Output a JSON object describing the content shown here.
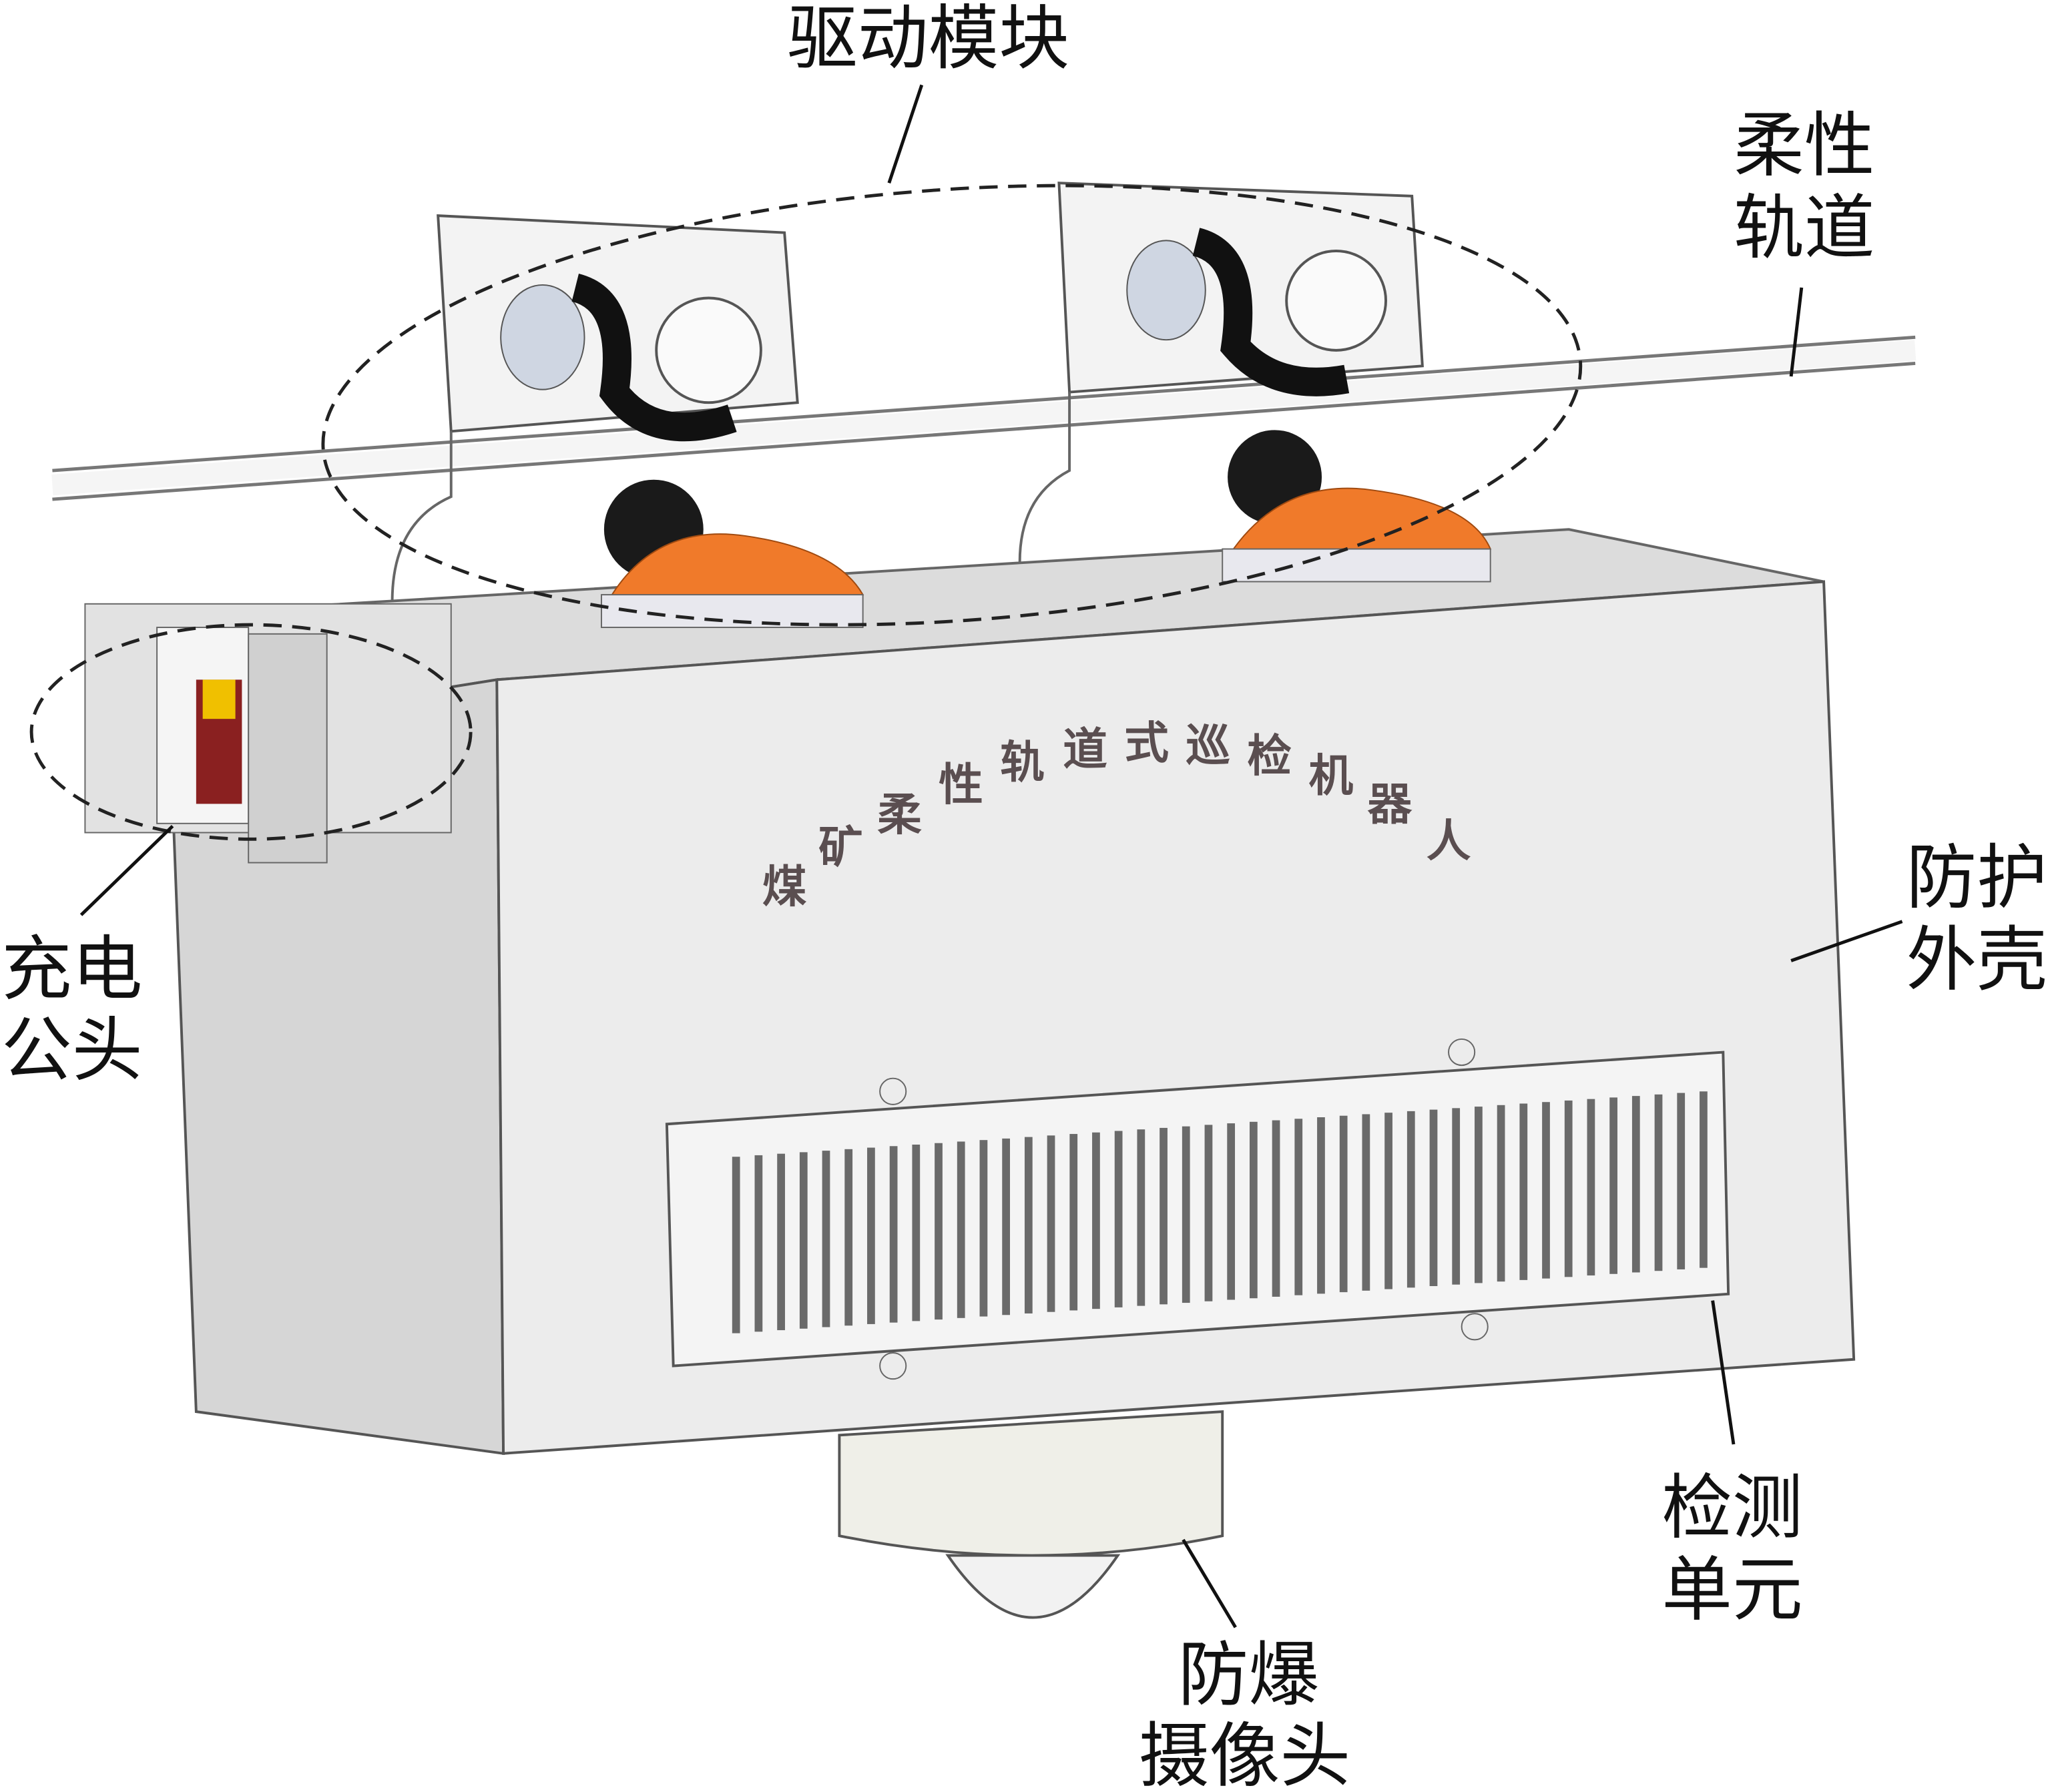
{
  "title": "Robot structure diagram",
  "labels": {
    "drive_module": "驱动模块",
    "flexible_track": [
      "柔性",
      "轨道"
    ],
    "charging_plug": [
      "充电",
      "公头"
    ],
    "protective_shell": [
      "防护",
      "外壳"
    ],
    "detection_unit": [
      "检测",
      "单元"
    ],
    "explosion_proof_camera": [
      "防爆",
      "摄像头"
    ]
  },
  "embossed_text": [
    "煤",
    "矿",
    "柔",
    "性",
    "轨",
    "道",
    "式",
    "巡",
    "检",
    "机",
    "器",
    "人"
  ],
  "colors": {
    "wheel_cover": "#f07a2a",
    "shell": "#ececec",
    "shell_side": "#d6d6d6"
  }
}
